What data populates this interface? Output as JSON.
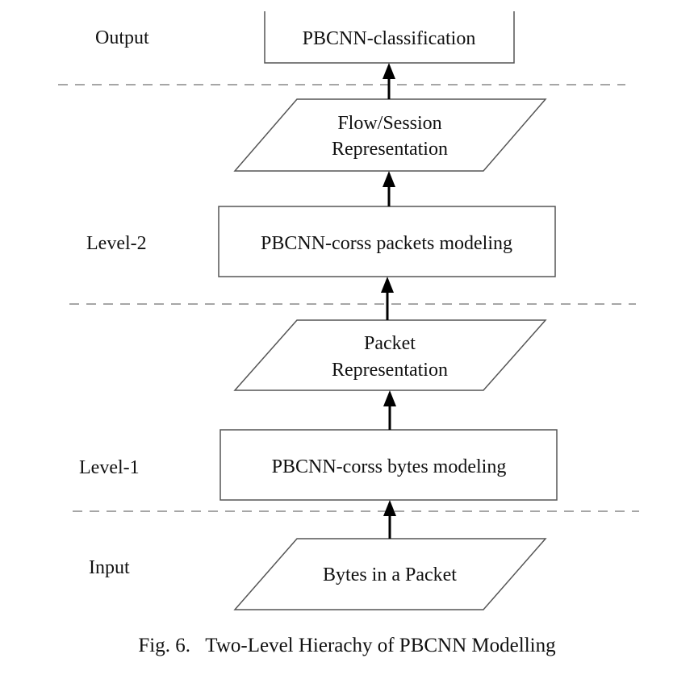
{
  "levels": {
    "output": "Output",
    "level2": "Level-2",
    "level1": "Level-1",
    "input": "Input"
  },
  "nodes": {
    "classification": "PBCNN-classification",
    "flow_line1": "Flow/Session",
    "flow_line2": "Representation",
    "packets_modeling": "PBCNN-corss packets modeling",
    "packet_line1": "Packet",
    "packet_line2": "Representation",
    "bytes_modeling": "PBCNN-corss bytes modeling",
    "bytes_input": "Bytes in a Packet"
  },
  "caption": "Fig. 6.   Two-Level Hierachy of PBCNN Modelling"
}
